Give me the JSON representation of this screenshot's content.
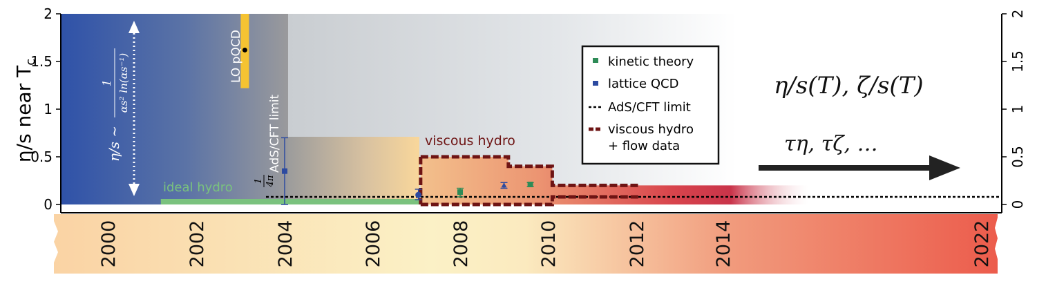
{
  "chart_data": {
    "type": "scatter",
    "ylabel": "η/s near T",
    "ylabel_sub": "c",
    "ylim": [
      0,
      2
    ],
    "y_ticks": [
      "0",
      "0.5",
      "1",
      "1.5",
      "2"
    ],
    "x_year_labels": [
      "2000",
      "2002",
      "2004",
      "2006",
      "2008",
      "2010",
      "2012",
      "2014",
      "2022"
    ],
    "legend_position": "top-center",
    "legend": [
      {
        "label": "kinetic theory",
        "color": "#2e8b57"
      },
      {
        "label": "lattice QCD",
        "color": "#2c4aa0"
      },
      {
        "label": "AdS/CFT limit",
        "color": "#000000"
      },
      {
        "label": "viscous hydro",
        "color": "#7a1010"
      },
      {
        "label": "+ flow data",
        "color": "#7a1010"
      }
    ],
    "annotations": {
      "lo_pqcd": "LO pQCD",
      "ideal_hydro": "ideal hydro",
      "viscous_hydro": "viscous hydro",
      "ads_cft_limit": "AdS/CFT limit",
      "kss_fraction_num": "1",
      "kss_fraction_den": "4π",
      "pqcd_formula_lhs": "η/s ~",
      "pqcd_formula_num": "1",
      "pqcd_formula_den": "αs² ln(αs⁻¹)",
      "future_line1": "η/s(T), ζ/s(T)",
      "future_line2": "τη, τζ, …"
    },
    "ads_cft_value": 0.08,
    "lo_pqcd": {
      "year": 2003.1,
      "value": 1.62,
      "band": [
        1.22,
        2.0
      ]
    },
    "ideal_hydro_band": {
      "from": 2001.2,
      "to": 2007.1,
      "value": 0.0
    },
    "lattice_qcd": [
      {
        "year": 2004.0,
        "value": 0.35,
        "err_low": 0.0,
        "err_high": 0.7
      },
      {
        "year": 2007.05,
        "value": 0.1,
        "err_low": 0.05,
        "err_high": 0.16
      },
      {
        "year": 2009.0,
        "value": 0.2,
        "err_low": 0.17,
        "err_high": 0.23
      }
    ],
    "kinetic_theory": [
      {
        "year": 2008.0,
        "value": 0.13,
        "err_low": 0.08,
        "err_high": 0.17
      },
      {
        "year": 2009.6,
        "value": 0.21,
        "err_low": 0.19,
        "err_high": 0.23
      }
    ],
    "viscous_hydro_bounds": [
      {
        "from": 2007.1,
        "to": 2009.1,
        "low": 0.0,
        "high": 0.5
      },
      {
        "from": 2009.1,
        "to": 2010.1,
        "low": 0.0,
        "high": 0.4
      },
      {
        "from": 2010.1,
        "to": 2012.1,
        "low": 0.08,
        "high": 0.2
      }
    ],
    "colors": {
      "axis_band_start": "#fad7a8",
      "axis_band_mid": "#fbf3c9",
      "axis_band_end": "#ec5f4e",
      "blue_region": "#3654a7",
      "grey_region": "#cfd4d8",
      "ideal_hydro": "#7ac27e",
      "lo_pqcd_band": "#f5c332",
      "viscous_hydro": "#6e1414",
      "arrow": "#222222"
    }
  }
}
